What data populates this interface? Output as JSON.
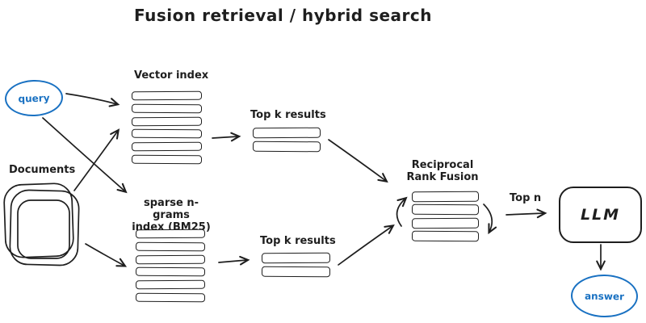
{
  "title": "Fusion retrieval / hybrid search",
  "colors": {
    "ink": "#1e1e1e",
    "accent": "#1971c2"
  },
  "nodes": {
    "query": {
      "label": "query"
    },
    "documents": {
      "label": "Documents"
    },
    "vector_index": {
      "label": "Vector index",
      "bars": 6
    },
    "sparse_index": {
      "label_line1": "sparse n-grams",
      "label_line2": "index (BM25)",
      "bars": 6
    },
    "top_k_vector": {
      "label": "Top k results",
      "bars": 2
    },
    "top_k_sparse": {
      "label": "Top k results",
      "bars": 2
    },
    "rrf": {
      "label_line1": "Reciprocal",
      "label_line2": "Rank Fusion",
      "bars": 4
    },
    "top_n": {
      "label": "Top n"
    },
    "llm": {
      "label": "LLM"
    },
    "answer": {
      "label": "answer"
    }
  }
}
